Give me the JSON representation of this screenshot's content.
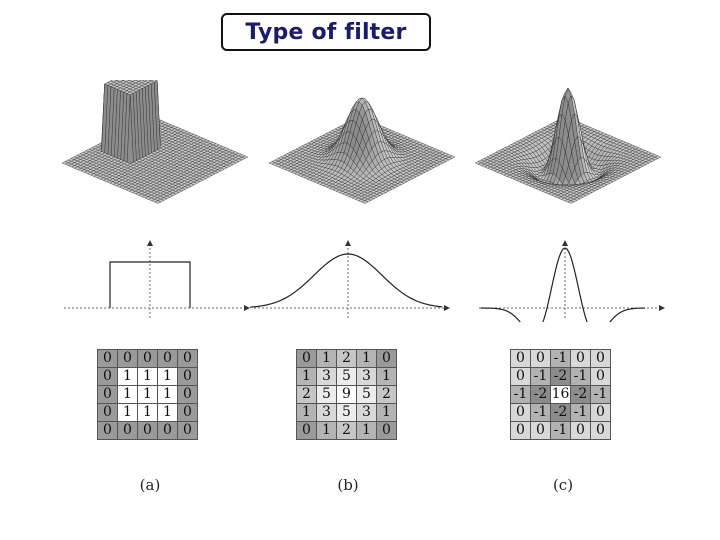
{
  "title": "Type of filter",
  "panels": [
    {
      "id": "a",
      "caption": "(a)",
      "kernel": [
        [
          "0",
          "0",
          "0",
          "0",
          "0"
        ],
        [
          "0",
          "1",
          "1",
          "1",
          "0"
        ],
        [
          "0",
          "1",
          "1",
          "1",
          "0"
        ],
        [
          "0",
          "1",
          "1",
          "1",
          "0"
        ],
        [
          "0",
          "0",
          "0",
          "0",
          "0"
        ]
      ]
    },
    {
      "id": "b",
      "caption": "(b)",
      "kernel": [
        [
          "0",
          "1",
          "2",
          "1",
          "0"
        ],
        [
          "1",
          "3",
          "5",
          "3",
          "1"
        ],
        [
          "2",
          "5",
          "9",
          "5",
          "2"
        ],
        [
          "1",
          "3",
          "5",
          "3",
          "1"
        ],
        [
          "0",
          "1",
          "2",
          "1",
          "0"
        ]
      ]
    },
    {
      "id": "c",
      "caption": "(c)",
      "kernel": [
        [
          "0",
          "0",
          "-1",
          "0",
          "0"
        ],
        [
          "0",
          "-1",
          "-2",
          "-1",
          "0"
        ],
        [
          "-1",
          "-2",
          "16",
          "-2",
          "-1"
        ],
        [
          "0",
          "-1",
          "-2",
          "-1",
          "0"
        ],
        [
          "0",
          "0",
          "-1",
          "0",
          "0"
        ]
      ]
    }
  ],
  "colors": {
    "title_text": "#1a1a6e",
    "mesh_stroke": "#222222",
    "cell_zero_a": "#9a9a9a",
    "cell_one_a": "#ffffff"
  }
}
